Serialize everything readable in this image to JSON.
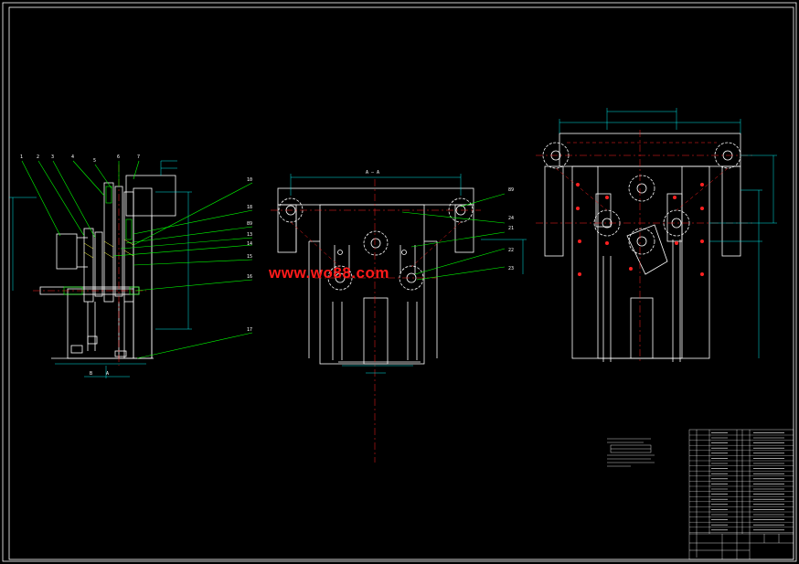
{
  "colors": {
    "background": "#000000",
    "frame": "#ffffff",
    "geometry": "#ffffff",
    "leader": "#00ff00",
    "centerline": "#ff2020",
    "dimension": "#00e8e8",
    "highlight": "#ffff40",
    "watermark": "#ff1a1a"
  },
  "watermark": {
    "text": "www.wo88.com"
  },
  "side_view": {
    "top_callouts": [
      "1",
      "2",
      "3",
      "4",
      "5",
      "6",
      "7"
    ],
    "right_callouts": [
      "10",
      "18",
      "89",
      "13",
      "14",
      "15",
      "16",
      "17"
    ],
    "section_labels": [
      "B",
      "A"
    ]
  },
  "front_view": {
    "section_marker": "A — A",
    "right_callouts": [
      "89",
      "21",
      "22",
      "23",
      "24"
    ]
  }
}
